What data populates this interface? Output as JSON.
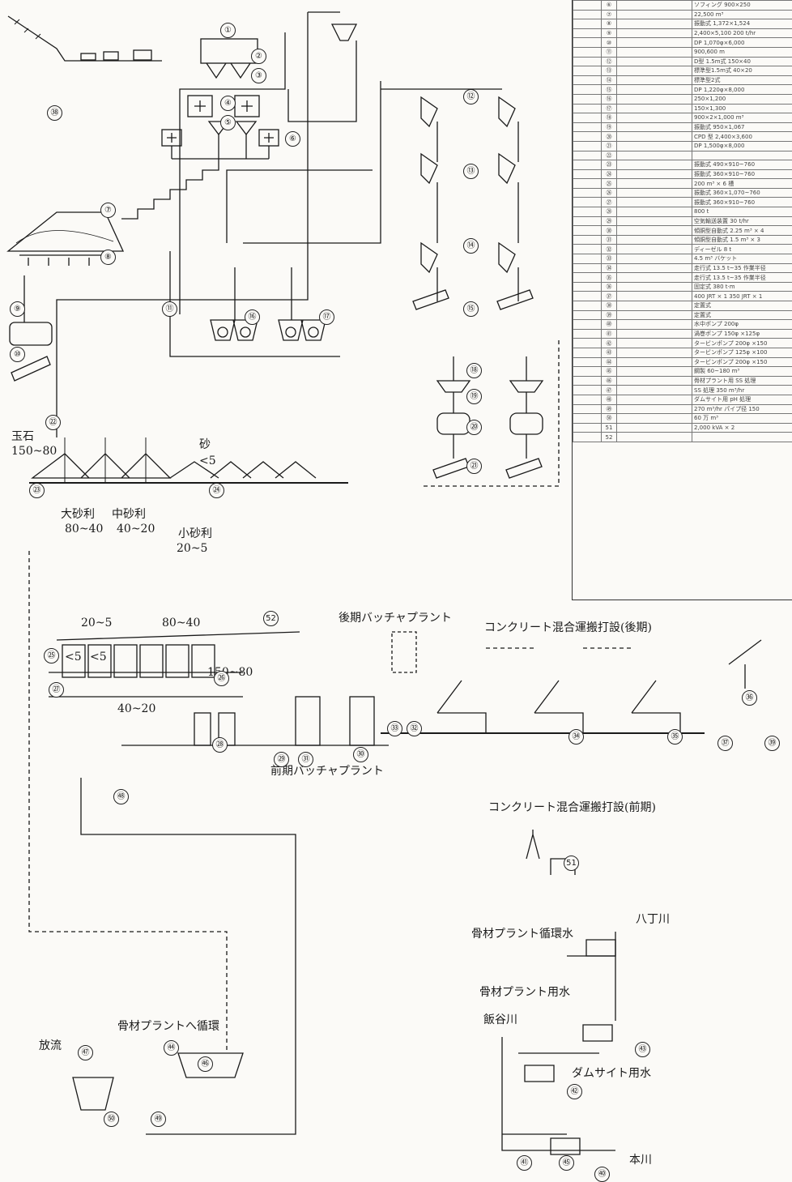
{
  "labels": {
    "gyokuseki": "玉石",
    "gyokuseki_range": "150~80",
    "suna": "砂",
    "suna_range": "<5",
    "daijari": "大砂利",
    "daijari_range": "80~40",
    "chujari": "中砂利",
    "chujari_range": "40~20",
    "shojari": "小砂利",
    "shojari_range": "20~5",
    "bin_20_5": "20~5",
    "bin_80_40": "80~40",
    "bin_150_80": "150~80",
    "bin_40_20": "40~20",
    "bin_lt5_a": "<5",
    "bin_lt5_b": "<5",
    "kouki_batcher": "後期バッチャプラント",
    "zenki_batcher": "前期バッチャプラント",
    "kouki_concrete": "コンクリート混合運搬打設(後期)",
    "zenki_concrete": "コンクリート混合運搬打設(前期)",
    "junkansui": "骨材プラント循環水",
    "youusui": "骨材プラント用水",
    "damsite": "ダムサイト用水",
    "iiyagawa": "飯谷川",
    "hacchogawa": "八丁川",
    "hongawa": "本川",
    "houryu": "放流",
    "e_junkan": "骨材プラントへ循環"
  },
  "numbers": [
    "①",
    "②",
    "③",
    "④",
    "⑤",
    "⑥",
    "⑦",
    "⑧",
    "⑨",
    "⑩",
    "⑪",
    "⑫",
    "⑬",
    "⑭",
    "⑮",
    "⑯",
    "⑰",
    "⑱",
    "⑲",
    "⑳",
    "㉑",
    "㉒",
    "㉓",
    "㉔",
    "㉕",
    "㉖",
    "㉗",
    "㉘",
    "㉙",
    "㉚",
    "㉛",
    "㉜",
    "㉝",
    "㉞",
    "㉟",
    "㊱",
    "㊲",
    "㊳",
    "㊴",
    "㊵",
    "㊶",
    "㊷",
    "㊸",
    "㊹",
    "㊺",
    "㊻",
    "㊼",
    "㊽",
    "㊾",
    "㊿"
  ],
  "extra_numbers": {
    "n51": "51",
    "n52": "52"
  },
  "table_rows": [
    {
      "no": "⑥",
      "spec": "ソフィング 900×250"
    },
    {
      "no": "⑦",
      "spec": "22,500 m³"
    },
    {
      "no": "⑧",
      "spec": "振動式 1,372×1,524"
    },
    {
      "no": "⑨",
      "spec": "2,400×5,100 200 t/hr"
    },
    {
      "no": "⑩",
      "spec": "DP 1,070φ×6,000"
    },
    {
      "no": "⑪",
      "spec": "900,600 m"
    },
    {
      "no": "⑫",
      "spec": "D型 1.5m式 150×40"
    },
    {
      "no": "⑬",
      "spec": "標準型1.5m式 40×20"
    },
    {
      "no": "⑭",
      "spec": "標準型2式"
    },
    {
      "no": "⑮",
      "spec": "DP 1,220φ×8,000"
    },
    {
      "no": "⑯",
      "spec": "250×1,200"
    },
    {
      "no": "⑰",
      "spec": "150×1,300"
    },
    {
      "no": "⑱",
      "spec": "900×2×1,000 m³"
    },
    {
      "no": "⑲",
      "spec": "振動式 950×1,067"
    },
    {
      "no": "⑳",
      "spec": "CPD 型 2,400×3,600"
    },
    {
      "no": "㉑",
      "spec": "DP 1,500φ×8,000"
    },
    {
      "no": "㉒",
      "spec": ""
    },
    {
      "no": "㉓",
      "spec": "振動式 490×910~760"
    },
    {
      "no": "㉔",
      "spec": "振動式 360×910~760"
    },
    {
      "no": "㉕",
      "spec": "200 m³ × 6 槽"
    },
    {
      "no": "㉖",
      "spec": "振動式 360×1,070~760"
    },
    {
      "no": "㉗",
      "spec": "振動式 360×910~760"
    },
    {
      "no": "㉘",
      "spec": "800 t"
    },
    {
      "no": "㉙",
      "spec": "空気輸送装置 30 t/hr"
    },
    {
      "no": "㉚",
      "spec": "傾胴型自動式 2.25 m³ × 4"
    },
    {
      "no": "㉛",
      "spec": "傾胴型自動式 1.5 m³ × 3"
    },
    {
      "no": "㉜",
      "spec": "ディーゼル 8 t"
    },
    {
      "no": "㉝",
      "spec": "4.5 m³ バケット"
    },
    {
      "no": "㉞",
      "spec": "走行式 13.5 t~35 作業半径"
    },
    {
      "no": "㉟",
      "spec": "走行式 13.5 t~35 作業半径"
    },
    {
      "no": "㊱",
      "spec": "固定式 380 t·m"
    },
    {
      "no": "㊲",
      "spec": "400 JRT × 1 350 JRT × 1"
    },
    {
      "no": "㊳",
      "spec": "定置式"
    },
    {
      "no": "㊴",
      "spec": "定置式"
    },
    {
      "no": "㊵",
      "spec": "水中ポンプ 200φ"
    },
    {
      "no": "㊶",
      "spec": "渦巻ポンプ 150φ ×125φ"
    },
    {
      "no": "㊷",
      "spec": "タービンポンプ 200φ ×150"
    },
    {
      "no": "㊸",
      "spec": "タービンポンプ 125φ ×100"
    },
    {
      "no": "㊹",
      "spec": "タービンポンプ 200φ ×150"
    },
    {
      "no": "㊺",
      "spec": "鋼製 60~180 m³"
    },
    {
      "no": "㊻",
      "spec": "骨材プラント用 SS 処理"
    },
    {
      "no": "㊼",
      "spec": "SS 処理 350 m³/hr"
    },
    {
      "no": "㊽",
      "spec": "ダムサイト用 pH 処理"
    },
    {
      "no": "㊾",
      "spec": "270 m³/hr パイプ径 150"
    },
    {
      "no": "㊿",
      "spec": "60 万 m³"
    },
    {
      "no": "51",
      "spec": "2,000 kVA × 2"
    },
    {
      "no": "52",
      "spec": ""
    }
  ]
}
